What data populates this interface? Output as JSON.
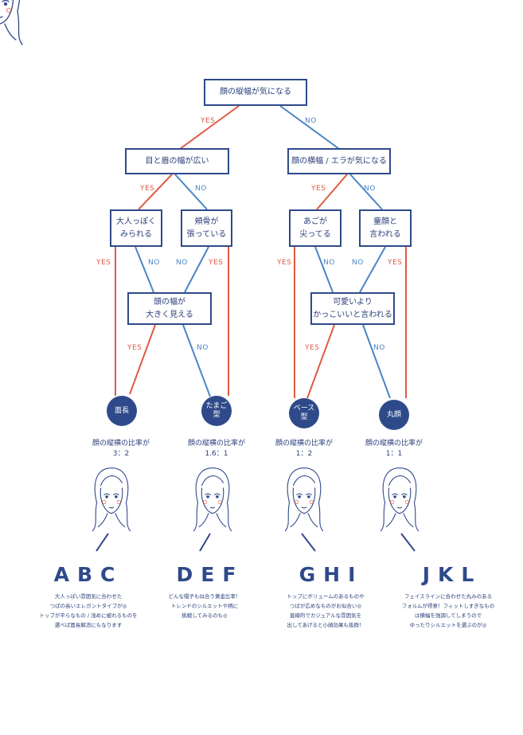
{
  "colors": {
    "yes": "#e05a43",
    "no": "#4a86c5",
    "box": "#2f4a8a"
  },
  "questions": {
    "q1": "顔の縦幅が気になる",
    "q2": "目と眉の幅が広い",
    "q3": "顔の横幅 / エラが気になる",
    "q4": "大人っぽく\nみられる",
    "q5": "頬骨が\n張っている",
    "q6": "あごが\n尖ってる",
    "q7": "童顔と\n言われる",
    "q8": "頭の幅が\n大きく見える",
    "q9": "可愛いより\nかっこいいと言われる"
  },
  "edge_labels": {
    "yes": "YES",
    "no": "NO"
  },
  "results": [
    {
      "shape": "面長",
      "ratio": "顔の縦横の比率が\n3：2",
      "letters": "ABC",
      "desc": "大人っぽい雰囲気に合わせた\nつばの長いエレガントタイプが◎\nトップが平らなもの / 浅めに被れるものを\n選べば面長解消にもなります"
    },
    {
      "shape": "たまご\n型",
      "ratio": "顔の縦横の比率が\n1.6：1",
      "letters": "DEF",
      "desc": "どんな帽子も似合う黄金比率！\nトレンドのシルエットや柄に\n挑戦してみるのも◎"
    },
    {
      "shape": "ベース\n型",
      "ratio": "顔の縦横の比率が\n1：2",
      "letters": "GHI",
      "desc": "トップにボリュームのあるものや\nつばが広めなものがお似合い◎\n直線的でカジュアルな雰囲気を\n出してあげると小顔効果も抜群！"
    },
    {
      "shape": "丸顔",
      "ratio": "顔の縦横の比率が\n1：1",
      "letters": "JKL",
      "desc": "フェイスラインに合わせた丸みのある\nフォルムが得意！フィットしすぎなもの\nは横幅を強調してしまうので\nゆったりシルエットを選ぶのが◎"
    }
  ]
}
